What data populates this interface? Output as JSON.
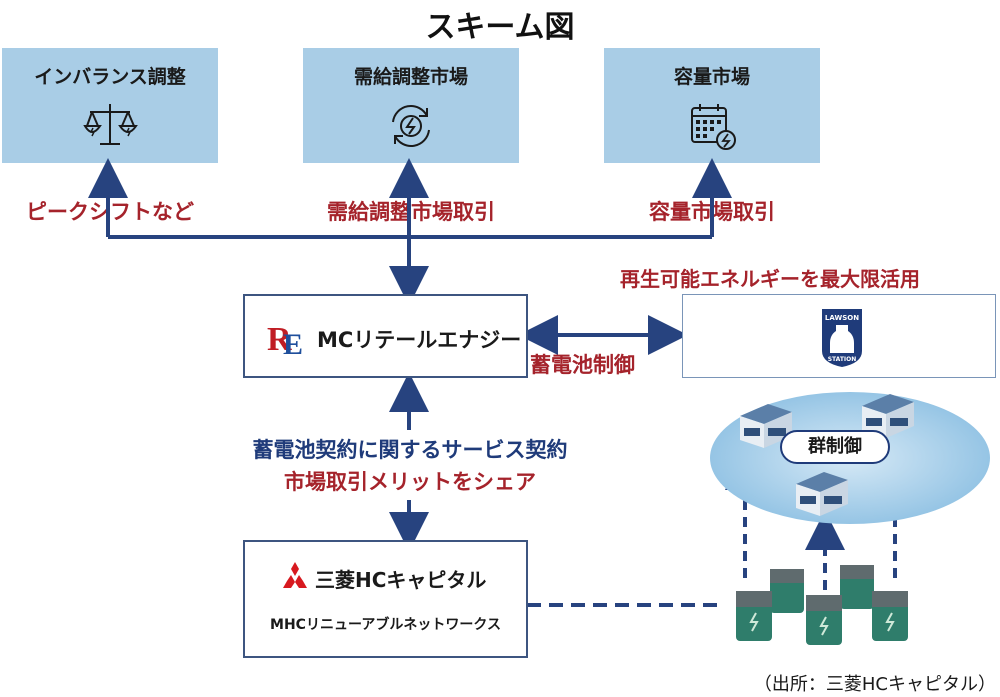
{
  "title": "スキーム図",
  "markets": [
    {
      "label": "インバランス調整",
      "icon": "scale-icon",
      "transaction": "ピークシフトなど"
    },
    {
      "label": "需給調整市場",
      "icon": "cycle-lightning-icon",
      "transaction": "需給調整市場取引"
    },
    {
      "label": "容量市場",
      "icon": "calendar-lightning-icon",
      "transaction": "容量市場取引"
    }
  ],
  "mc_retail": {
    "name": "MCリテールエナジー",
    "logo_text": "RE"
  },
  "renewable_label": "再生可能エネルギーを最大限活用",
  "battery_control_label": "蓄電池制御",
  "lawson": {
    "top": "LAWSON",
    "bottom": "STATION"
  },
  "group_control_label": "群制御",
  "contract": {
    "line1": "蓄電池契約に関するサービス契約",
    "line2": "市場取引メリットをシェア"
  },
  "mitsubishi": {
    "name": "三菱HCキャピタル",
    "network": "MHCリニューアブルネットワークス"
  },
  "source": "（出所：三菱HCキャピタル）",
  "colors": {
    "arrow": "#27437f",
    "red": "#a5232b",
    "box": "#a9cde6"
  }
}
